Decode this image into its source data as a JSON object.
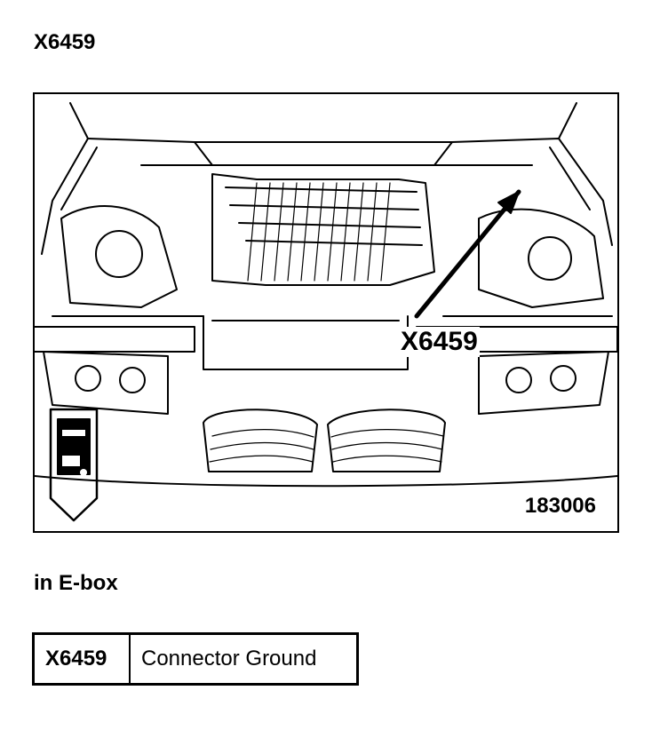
{
  "header": {
    "title": "X6459"
  },
  "figure": {
    "callout_label": "X6459",
    "figure_number": "183006"
  },
  "location_text": "in E-box",
  "legend": {
    "rows": [
      {
        "code": "X6459",
        "description": "Connector Ground"
      }
    ]
  }
}
